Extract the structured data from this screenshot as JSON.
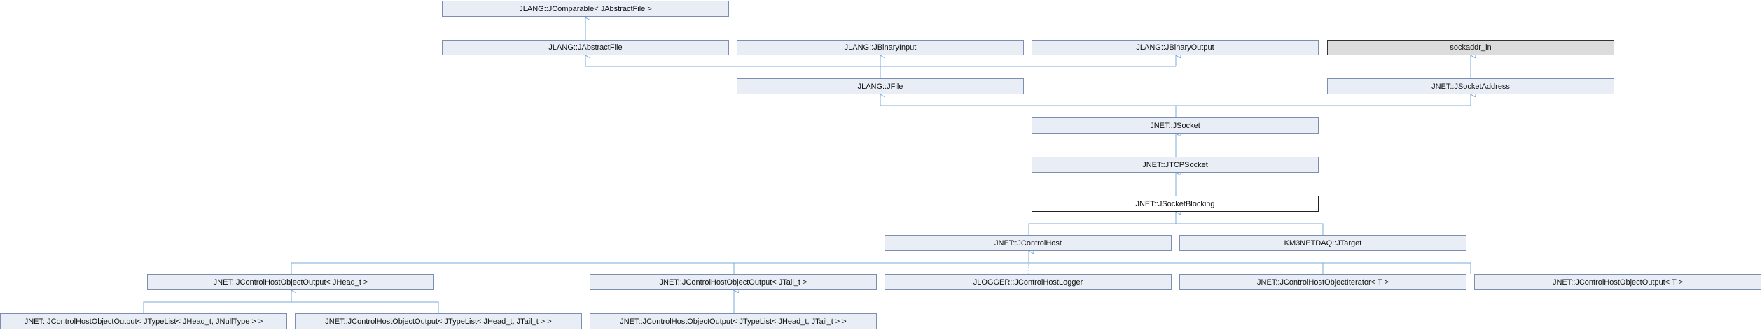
{
  "diagram": {
    "nodes": {
      "jcomparable": "JLANG::JComparable< JAbstractFile >",
      "jabstractfile": "JLANG::JAbstractFile",
      "jbinaryinput": "JLANG::JBinaryInput",
      "jbinaryoutput": "JLANG::JBinaryOutput",
      "sockaddr": "sockaddr_in",
      "jfile": "JLANG::JFile",
      "jsocketaddress": "JNET::JSocketAddress",
      "jsocket": "JNET::JSocket",
      "jtcpsocket": "JNET::JTCPSocket",
      "jsocketblocking": "JNET::JSocketBlocking",
      "jcontrolhost": "JNET::JControlHost",
      "jtarget": "KM3NETDAQ::JTarget",
      "hostout_head": "JNET::JControlHostObjectOutput< JHead_t >",
      "hostout_tail": "JNET::JControlHostObjectOutput< JTail_t >",
      "hostlogger": "JLOGGER::JControlHostLogger",
      "hostiterator": "JNET::JControlHostObjectIterator< T >",
      "hostout_t": "JNET::JControlHostObjectOutput< T >",
      "hostout_nulltype": "JNET::JControlHostObjectOutput< JTypeList< JHead_t, JNullType > >",
      "hostout_list_a": "JNET::JControlHostObjectOutput< JTypeList< JHead_t, JTail_t > >",
      "hostout_list_b": "JNET::JControlHostObjectOutput< JTypeList< JHead_t, JTail_t > >"
    }
  }
}
